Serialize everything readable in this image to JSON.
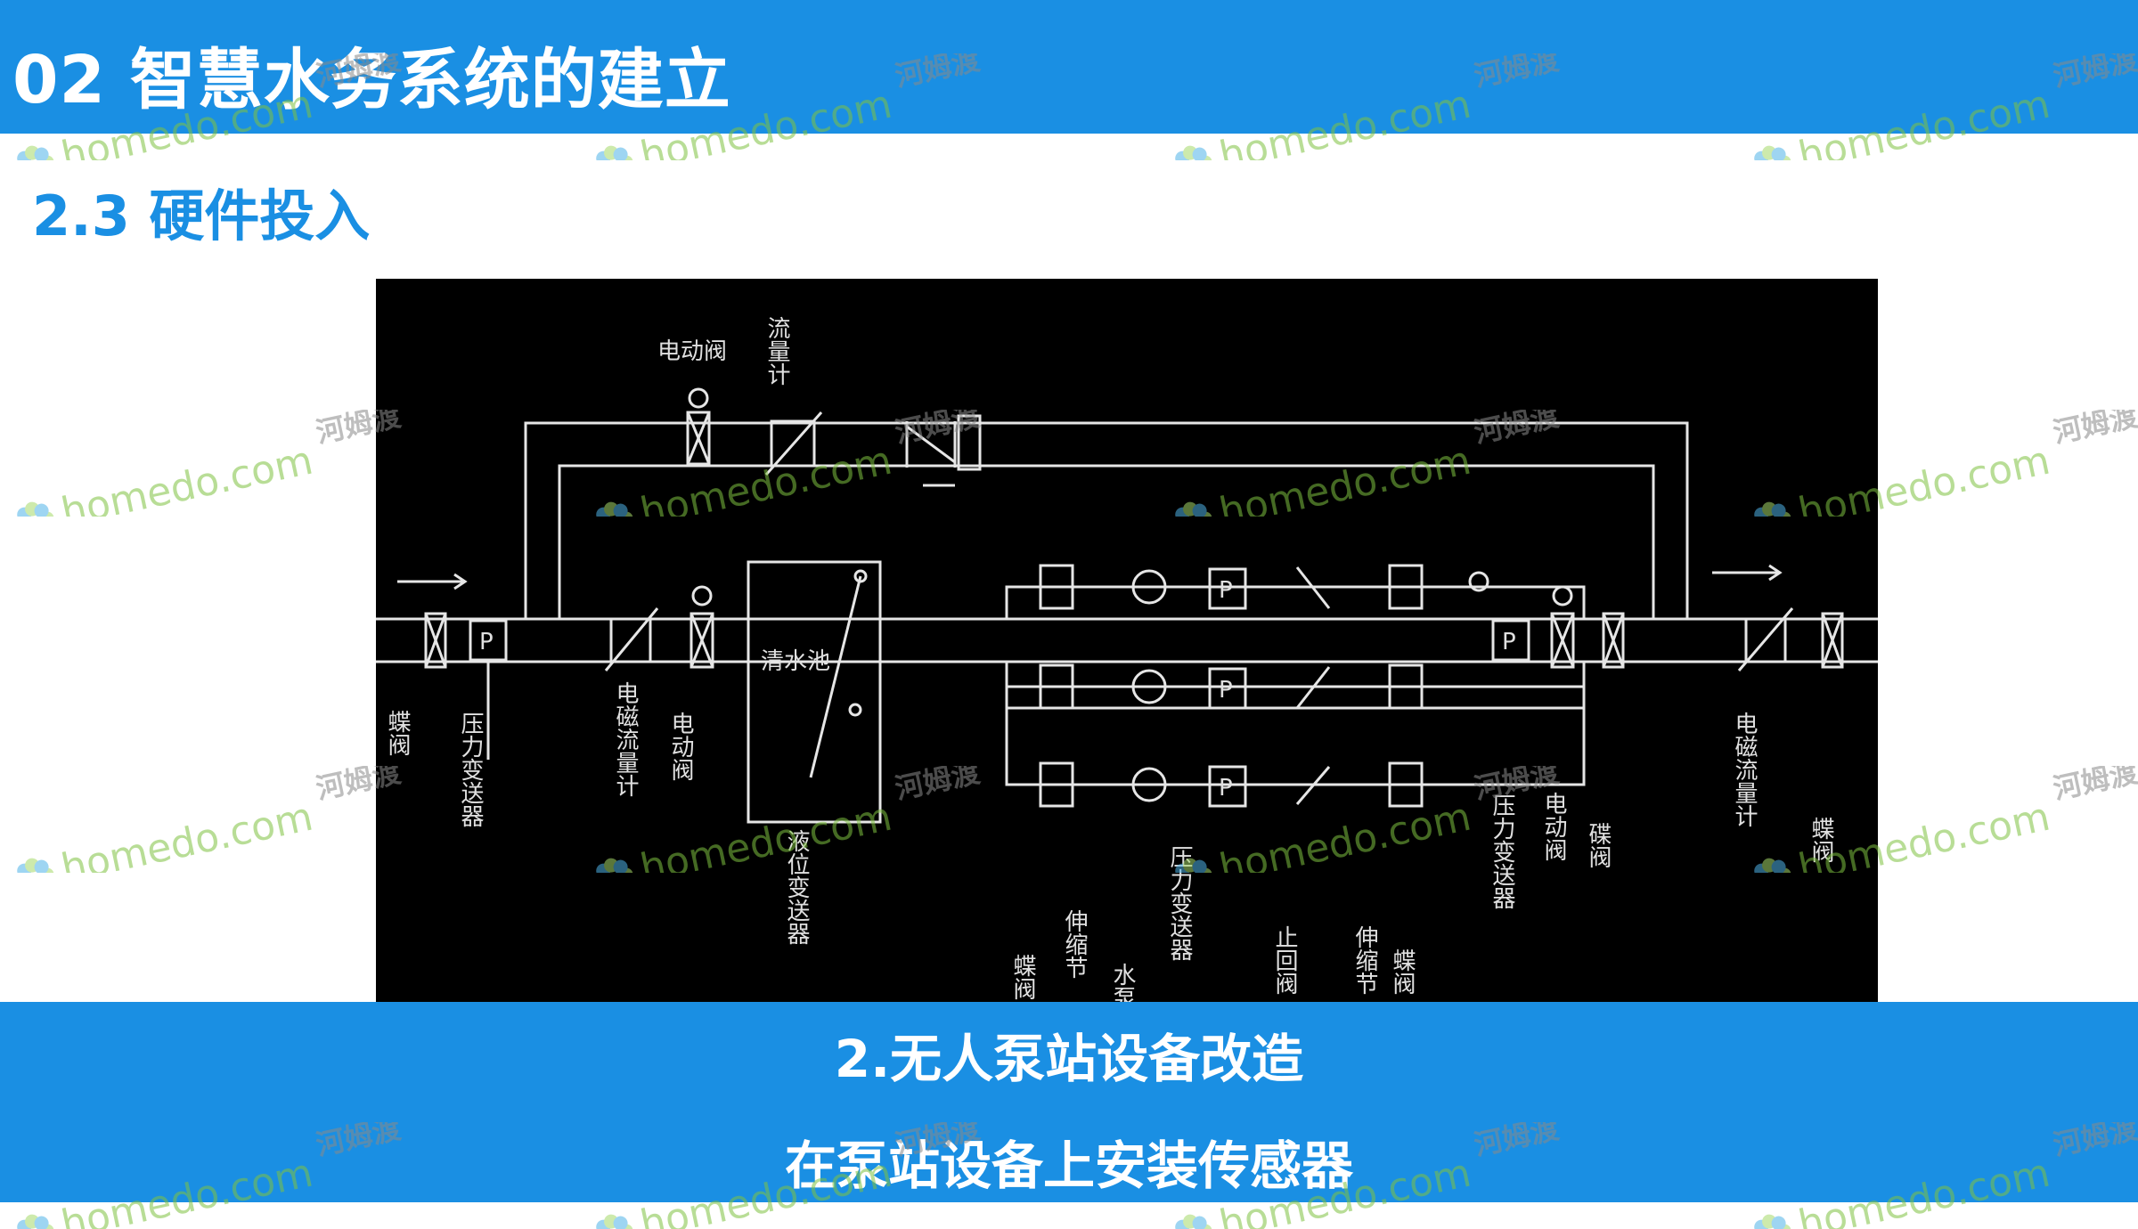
{
  "header": {
    "title": "02 智慧水务系统的建立"
  },
  "section": {
    "subtitle": "2.3 硬件投入"
  },
  "diagram": {
    "labels": {
      "electric_valve_top": "电动阀",
      "flow_meter_top": "流量计",
      "clear_pool": "清水池",
      "butterfly_valve_left": "蝶阀",
      "pressure_transmitter_left": "压力变送器",
      "em_flowmeter_left": "电磁流量计",
      "electric_valve_left": "电动阀",
      "level_transmitter": "液位变送器",
      "butterfly_valve_pump": "蝶阀",
      "expansion_joint_1": "伸缩节",
      "pump": "水泵",
      "pressure_transmitter_pump": "压力变送器",
      "check_valve": "止回阀",
      "expansion_joint_2": "伸缩节",
      "butterfly_valve_pump_2": "蝶阀",
      "pressure_transmitter_right": "压力变送器",
      "electric_valve_right": "电动阀",
      "butterfly_valve_right": "碟阀",
      "em_flowmeter_right": "电磁流量计",
      "butterfly_valve_far_right": "蝶阀",
      "p_symbol": "P"
    }
  },
  "footer": {
    "line1": "2.无人泵站设备改造",
    "line2": "在泵站设备上安装传感器"
  },
  "watermark": {
    "brand": "homedo",
    "domain": ".com",
    "cn": "河姆渡"
  },
  "colors": {
    "accent": "#1a8fe3",
    "diagram_bg": "#000000",
    "watermark_green": "#7fc241"
  }
}
